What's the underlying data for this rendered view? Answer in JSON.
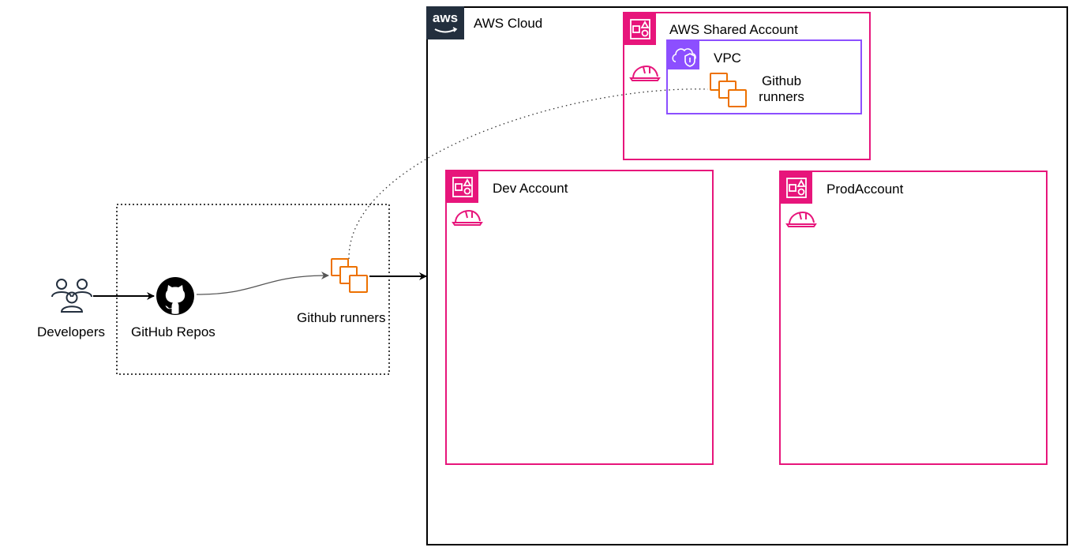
{
  "colors": {
    "account": "#e7157b",
    "vpc": "#8c4fff",
    "runner": "#ed7100",
    "aws_badge": "#232f3e",
    "group_border": "#000000"
  },
  "icons": {
    "developers": "users-icon",
    "github": "github-octocat-icon",
    "runners": "ec2-instances-icon",
    "account": "aws-account-icon",
    "helmet": "hard-hat-icon",
    "vpc": "vpc-cloud-shield-icon",
    "aws": "aws-logo-icon"
  },
  "diagram": {
    "developers_label": "Developers",
    "github_repos_label": "GitHub Repos",
    "runners_label": "Github runners",
    "aws_logo_text": "aws",
    "aws_cloud_label": "AWS Cloud",
    "shared_account_label": "AWS Shared Account",
    "vpc_label": "VPC",
    "shared_runners_label": "Github\nrunners",
    "dev_account_label": "Dev Account",
    "prod_account_label": "ProdAccount"
  }
}
